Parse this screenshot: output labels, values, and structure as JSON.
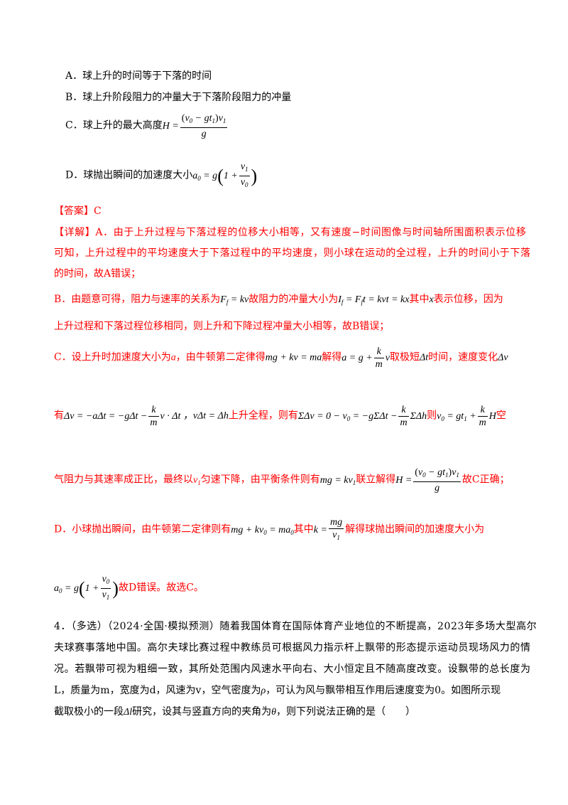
{
  "options": {
    "a": "A．球上升的时间等于下落的时间",
    "b": "B．球上升阶段阻力的冲量大于下落阶段阻力的冲量",
    "c": "C．球上升的最大高度",
    "d": "D．球抛出瞬间的加速度大小"
  },
  "answer": "【答案】C",
  "detail": {
    "tag": "【详解】",
    "a1": "A．由于上升过程与下落过程的位移大小相等，又有速度−时间图像与时间轴所围面积表示位移",
    "a2": "可知，上升过程中的平均速度大于下落过程中的平均速度，则小球在运动的全过程，上升的时间小于下落",
    "a3": "的时间，故A错误；",
    "b1_1": "B．由题意可得，阻力与速率的关系为",
    "b1_2": "故阻力的冲量大小为",
    "b1_3": "其中",
    "b1_4": "表示位移，因为",
    "b2": "上升过程和下落过程位移相同，则上升和下降过程冲量大小相等，故B错误；",
    "c1_1": "C．设上升时加速度大小为",
    "c1_2": "，由牛顿第二定律得",
    "c1_3": "解得",
    "c1_4": "取极短",
    "c1_5": "时间，速度变化",
    "c2_1": "有",
    "c2_2": "上升全程，则有",
    "c2_3": "则",
    "c2_4": "空",
    "c3_1": "气阻力与其速率成正比，最终以",
    "c3_2": "匀速下降，由平衡条件则有",
    "c3_3": "联立解得",
    "c3_4": "故C正确；",
    "d1_1": "D．小球抛出瞬间，由牛顿第二定律则有",
    "d1_2": "其中",
    "d1_3": "解得球抛出瞬间的加速度大小为",
    "d2": "故D错误。故选C。"
  },
  "question4": {
    "l1": "4．（多选）（2024·全国·模拟预测）随着我国体育在国际体育产业地位的不断提高，2023年多场大型高尔",
    "l2": "夫球赛事落地中国。高尔夫球比赛过程中教练员可根据风力指示杆上飘带的形态提示运动员现场风力的情",
    "l3": "况。若飘带可视为粗细一致，其所处范围内风速水平向右、大小恒定且不随高度改变。设飘带的总长度为",
    "l4_1": "L，质量为m，宽度为d，风速为v，空气密度为",
    "l4_2": "，可认为风与飘带相互作用后速度变为0。如图所示现",
    "l5_1": "截取极小的一段",
    "l5_2": "研究，设其与竖直方向的夹角为",
    "l5_3": "，则下列说法正确的是（　　）"
  },
  "colors": {
    "answer": "#ff0000",
    "text": "#000000"
  }
}
